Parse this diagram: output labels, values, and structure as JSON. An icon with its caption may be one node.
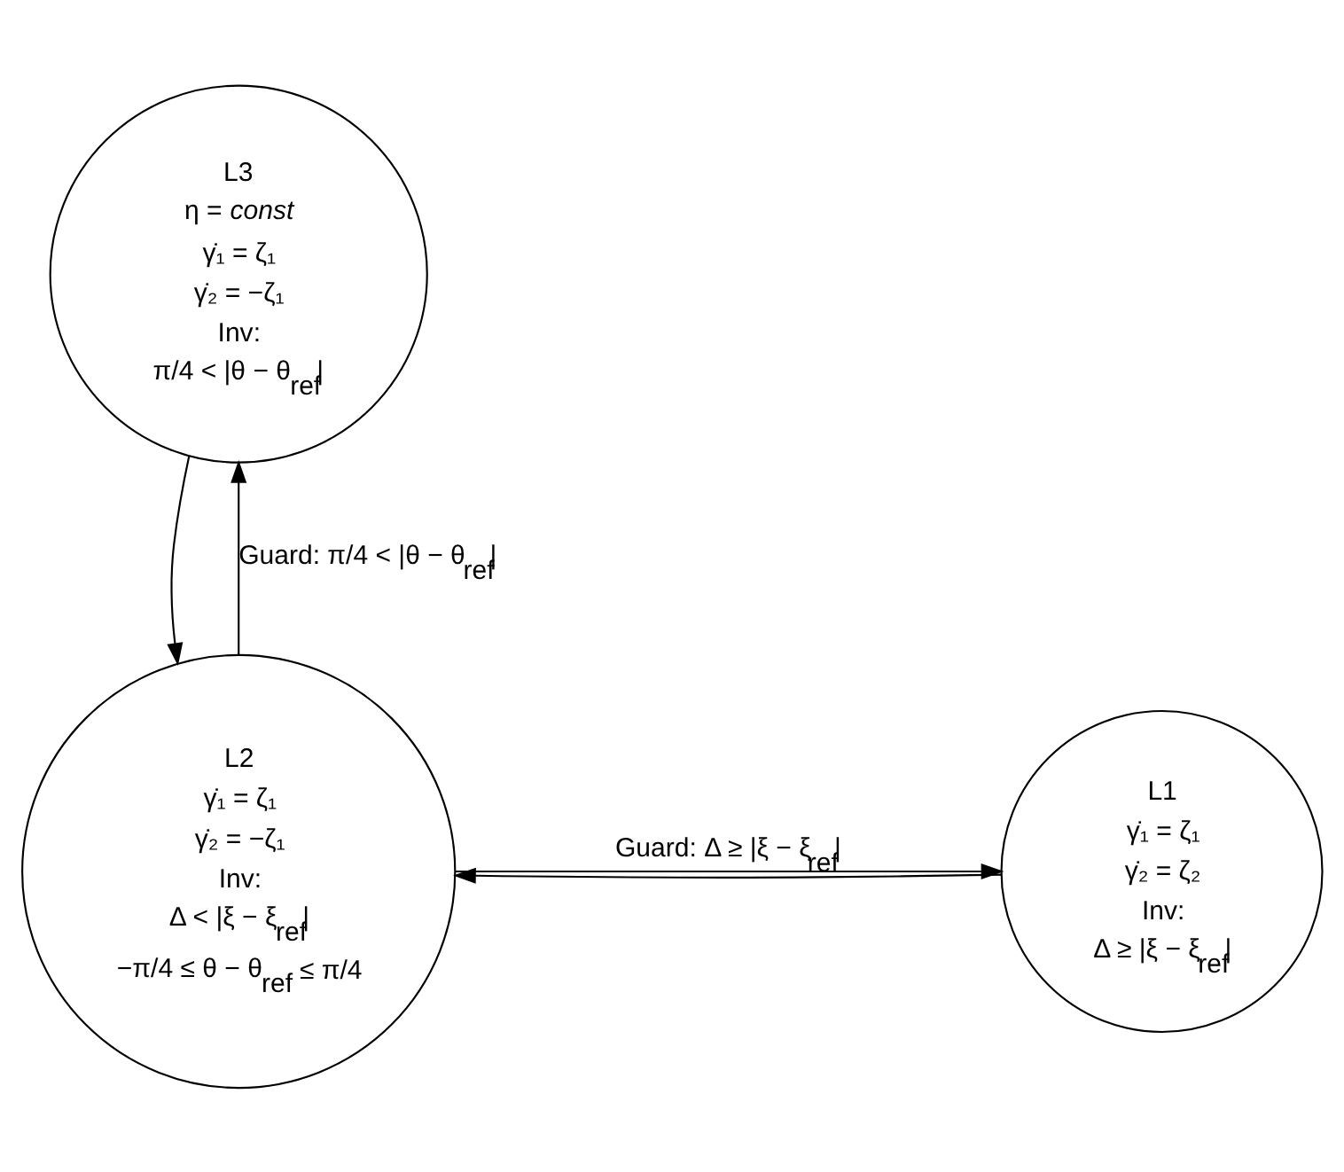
{
  "diagram": {
    "nodes": [
      {
        "text": [
          "L3",
          "η = *const*",
          "γ̇₁ = ζ₁",
          "γ̇₂ = −ζ₁",
          "Inv:",
          "π/4 < |θ − θ$_{ref}$|"
        ]
      },
      {
        "text": [
          "L2",
          "γ̇₁ = ζ₁",
          "γ̇₂ = −ζ₁",
          "Inv:",
          "Δ < |ξ − ξ$_{ref}$|",
          "−π/4 ≤ θ − θ$_{ref}$ ≤ π/4"
        ]
      },
      {
        "text": [
          "L1",
          "γ̇₁ = ζ₁",
          "γ̇₂ = ζ₂",
          "Inv:",
          "Δ ≥ |ξ − ξ$_{ref}$|"
        ]
      }
    ],
    "edges": [
      {
        "from": 1,
        "to": 0,
        "arrow": "to",
        "label": "Guard: π/4 < |θ − θ$_{ref}$|"
      },
      {
        "from": 0,
        "to": 1,
        "arrow": "to"
      },
      {
        "from": 1,
        "to": 2,
        "arrow": "to",
        "label": "Guard: Δ ≥ |ξ − ξ$_{ref}$|"
      },
      {
        "from": 2,
        "to": 1,
        "arrow": "to"
      }
    ]
  }
}
